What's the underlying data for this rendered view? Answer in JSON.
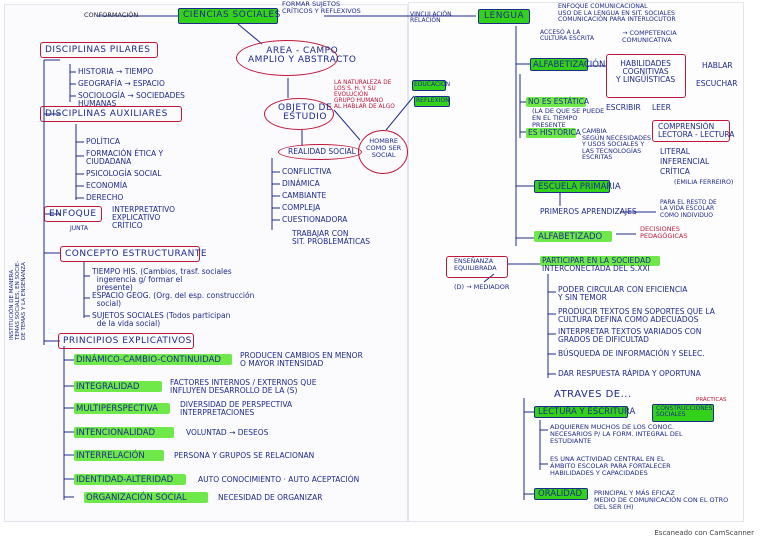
{
  "left": {
    "conformacion": "CONFORMACIÓN",
    "ciencias_sociales": "CIENCIAS SOCIALES",
    "formar_sujetos": "FORMAR SUJETOS\nCRÍTICOS Y REFLEXIVOS",
    "disciplinas_pilares": "DISCIPLINAS PILARES",
    "pilares_items": [
      "HISTORIA → TIEMPO",
      "GEOGRAFÍA → ESPACIO",
      "SOCIOLOGÍA → SOCIEDADES\nHUMANAS"
    ],
    "disciplinas_auxiliares": "DISCIPLINAS AUXILIARES",
    "auxiliares_items": [
      "POLÍTICA",
      "FORMACIÓN ÉTICA Y\nCIUDADANA",
      "PSICOLOGÍA SOCIAL",
      "ECONOMÍA",
      "DERECHO"
    ],
    "enfoque": "ENFOQUE",
    "enfoque_items": "INTERPRETATIVO\nEXPLICATIVO\nCRÍTICO",
    "junta": "JUNTA",
    "side_note": "INSTITUCIÓN DE MANERA\nTEMAS SOCIALES, EN SOCIE-\nDE TEMAS Y LA ENSEÑANZA",
    "concepto": "CONCEPTO ESTRUCTURANTE",
    "concepto_items": [
      "TIEMPO HIS. (Cambios, trasf. sociales\n  ingerencia g/ formar el\n  presente)",
      "ESPACIO GEOG. (Org. del esp. construcción\n  social)",
      "SUJETOS SOCIALES (Todos participan\n  de la vida social)"
    ],
    "principios": "PRINCIPIOS EXPLICATIVOS",
    "principios_items": [
      {
        "k": "DINÁMICO-CAMBIO-CONTINUIDAD",
        "v": "PRODUCEN CAMBIOS EN MENOR\nO MAYOR INTENSIDAD"
      },
      {
        "k": "INTEGRALIDAD",
        "v": "FACTORES INTERNOS / EXTERNOS QUE\nINFLUYEN DESARROLLO DE LA (S)"
      },
      {
        "k": "MULTIPERSPECTIVA",
        "v": "DIVERSIDAD DE PERSPECTIVA\nINTERPRETACIONES"
      },
      {
        "k": "INTENCIONALIDAD",
        "v": "VOLUNTAD → DESEOS"
      },
      {
        "k": "INTERRELACIÓN",
        "v": "PERSONA Y GRUPOS SE RELACIONAN"
      },
      {
        "k": "IDENTIDAD-ALTERIDAD",
        "v": "AUTO CONOCIMIENTO · AUTO ACEPTACIÓN"
      },
      {
        "k": "ORGANIZACIÓN SOCIAL",
        "v": "NECESIDAD DE ORGANIZAR"
      }
    ],
    "area_campo": "AREA - CAMPO\nAMPLIO Y ABSTRACTO",
    "naturaleza": "LA NATURALEZA DE\nLOS S. H. Y SU\nEVOLUCIÓN\nGRUPO HUMANO\nAL HABLAR DE ALGO",
    "objeto": "OBJETO DE\nESTUDIO",
    "realidad": "REALIDAD SOCIAL",
    "realidad_items": [
      "CONFLICTIVA",
      "DINÁMICA",
      "CAMBIANTE",
      "COMPLEJA",
      "CUESTIONADORA"
    ],
    "trabajar": "TRABAJAR CON\nSIT. PROBLEMÁTICAS",
    "hombre": "HOMBRE\nCOMO SER\nSOCIAL",
    "educacion": "EDUCACIÓN",
    "reflexion": "REFLEXIÓN",
    "vinculacion": "VINCULACIÓN\nRELACIÓN"
  },
  "right": {
    "lengua": "LENGUA",
    "enfoque_com": "ENFOQUE COMUNICACIONAL\nUSO DE LA LENGUA EN SIT. SOCIALES\nCOMUNICACIÓN PARA INTERLOCUTOR",
    "acceso": "ACCESO A LA\nCULTURA ESCRITA",
    "competencia": "→ COMPETENCIA\nCOMUNICATIVA",
    "alfabetizacion": "ALFABETIZACIÓN",
    "habilidades": "HABILIDADES\nCOGNITIVAS\nY LINGÜÍSTICAS",
    "hablar": "HABLAR",
    "escuchar": "ESCUCHAR",
    "escribir": "ESCRIBIR",
    "leer": "LEER",
    "no_estatica": "NO ES ESTÁTICA",
    "no_estatica_txt": "(LA DE QUE SE PUEDE\nEN EL TIEMPO\nPRESENTE",
    "historica": "ES HISTÓRICA",
    "historica_txt": "CAMBIA\nSEGÚN NECESIDADES\nY USOS SOCIALES Y\nLAS TECNOLOGÍAS\nESCRITAS",
    "comprension": "COMPRENSIÓN\nLECTORA - LECTURA",
    "niveles": [
      "LITERAL",
      "INFERENCIAL",
      "CRÍTICA"
    ],
    "emilia": "(EMILIA FERREIRO)",
    "escuela": "ESCUELA PRIMARIA",
    "primeros": "PRIMEROS APRENDIZAJES",
    "para_el_resto": "PARA EL RESTO DE\nLA VIDA ESCOLAR\nCOMO INDIVIDUO",
    "alfabetizado": "ALFABETIZADO",
    "decisiones": "DECISIONES\nPEDAGÓGICAS",
    "ensenanza": "ENSEÑANZA\nEQUILIBRADA",
    "mediador": "(D) → MEDIADOR",
    "participar": "PARTICIPAR EN LA SOCIEDAD\nINTERCONECTADA DEL S.XXI",
    "poder_items": [
      "PODER CIRCULAR CON EFICIENCIA\nY SIN TEMOR",
      "PRODUCIR TEXTOS EN SOPORTES QUE LA\nCULTURA DEFINA COMO ADECUADOS",
      "INTERPRETAR TEXTOS VARIADOS CON\nGRADOS DE DIFICULTAD",
      "BÚSQUEDA DE INFORMACIÓN Y SELEC.",
      "DAR RESPUESTA RÁPIDA Y OPORTUNA"
    ],
    "atraves": "ATRAVES DE...",
    "lectura": "LECTURA Y ESCRITURA",
    "practicas": "CONSTRUCCIONES\nSOCIALES",
    "practicas_note": "PRÁCTICAS",
    "adquieren": "ADQUIEREN MUCHOS DE LOS CONOC.\nNECESARIOS P/ LA FORM. INTEGRAL DEL\nESTUDIANTE",
    "actividad": "ES UNA ACTIVIDAD CENTRAL EN EL\nÁMBITO ESCOLAR PARA FORTALECER\nHABILIDADES Y CAPACIDADES",
    "oralidad": "ORALIDAD",
    "oralidad_txt": "PRINCIPAL Y MÁS EFICAZ\nMEDIO DE COMUNICACIÓN CON EL OTRO\nDEL SER (H)"
  },
  "watermark": "Escaneado con CamScanner"
}
